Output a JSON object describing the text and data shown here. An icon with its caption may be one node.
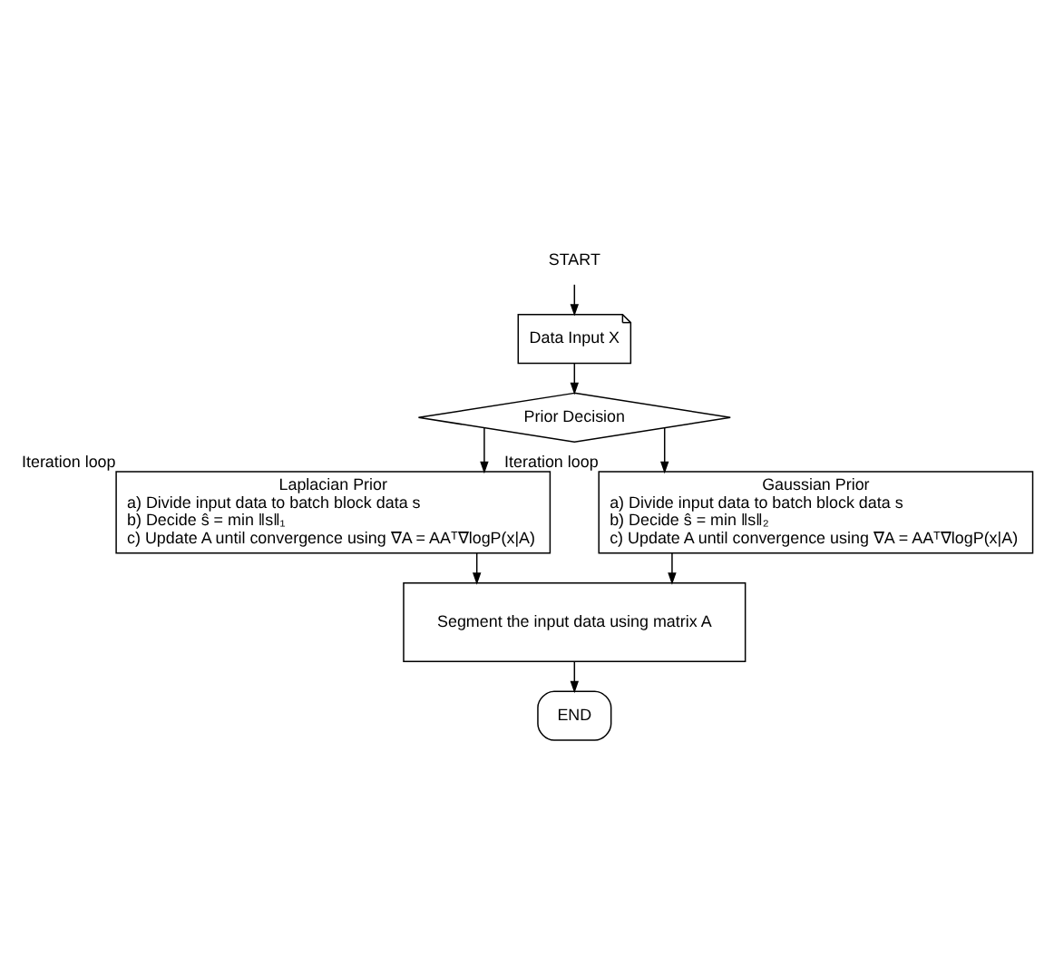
{
  "diagram": {
    "nodes": [
      {
        "text": [
          "START"
        ]
      },
      {
        "text": [
          "Data Input X"
        ]
      },
      {
        "text": [
          "Prior Decision"
        ]
      },
      {
        "text": [
          "Laplacian Prior",
          "a) Divide input data to batch block data s",
          "b) Decide ŝ = min ‖s‖₁",
          "c) Update A until convergence using ∇A = AAᵀ∇logP(x|A)"
        ],
        "beside": [
          "Iteration loop"
        ]
      },
      {
        "text": [
          "Gaussian Prior",
          "a) Divide input data to batch block data s",
          "b) Decide ŝ = min ‖s‖₂",
          "c) Update A until convergence using ∇A = AAᵀ∇logP(x|A)"
        ],
        "beside": [
          "Iteration loop"
        ]
      },
      {
        "text": [
          "Segment the input data using matrix A"
        ]
      },
      {
        "text": [
          "END"
        ]
      }
    ],
    "edges": [
      {
        "from": 0,
        "to": 1,
        "arrow": "to"
      },
      {
        "from": 1,
        "to": 2,
        "arrow": "to"
      },
      {
        "from": 2,
        "to": 3,
        "arrow": "to"
      },
      {
        "from": 2,
        "to": 4,
        "arrow": "to"
      },
      {
        "from": 3,
        "to": 5,
        "arrow": "to"
      },
      {
        "from": 4,
        "to": 5,
        "arrow": "to"
      },
      {
        "from": 5,
        "to": 6,
        "arrow": "to"
      }
    ]
  }
}
